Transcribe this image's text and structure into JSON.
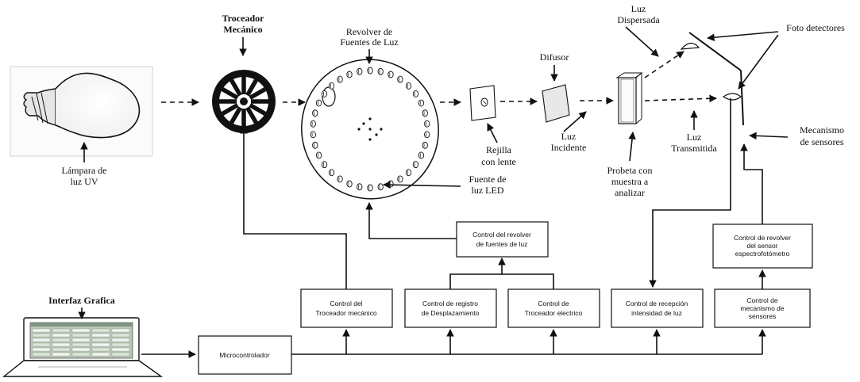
{
  "labels": {
    "troceador": [
      "Troceador",
      "Mecánico"
    ],
    "revolver": [
      "Revolver de",
      "Fuentes de Luz"
    ],
    "difusor": "Difusor",
    "luz_dispersada": [
      "Luz",
      "Dispersada"
    ],
    "foto_detectores": "Foto detectores",
    "mecanismo": [
      "Mecanismo",
      "de sensores"
    ],
    "lampara": [
      "Lámpara de",
      "luz UV"
    ],
    "rejilla": [
      "Rejilla",
      "con lente"
    ],
    "luz_incidente": [
      "Luz",
      "Incidente"
    ],
    "luz_transmitida": [
      "Luz",
      "Transmitida"
    ],
    "probeta": [
      "Probeta con",
      "muestra a",
      "analizar"
    ],
    "fuente_led": [
      "Fuente de",
      "luz LED"
    ],
    "interfaz": "Interfaz Grafica"
  },
  "blocks": {
    "control_revolver": [
      "Control del revolver",
      "de fuentes de luz"
    ],
    "control_revolver_sensor": [
      "Control de revolver",
      "del sensor",
      "espectrofotómetro"
    ],
    "control_troceador": [
      "Control del",
      "Troceador mecánico"
    ],
    "control_registro": [
      "Control de registro",
      "de Desplazamiento"
    ],
    "control_troceador_electrico": [
      "Control de",
      "Troceador electrico"
    ],
    "control_recepcion": [
      "Control de recepción",
      "intensidad de luz"
    ],
    "control_mecanismo": [
      "Control de",
      "mecanismo de",
      "sensores"
    ],
    "microcontrolador": "Microcontrolador"
  }
}
